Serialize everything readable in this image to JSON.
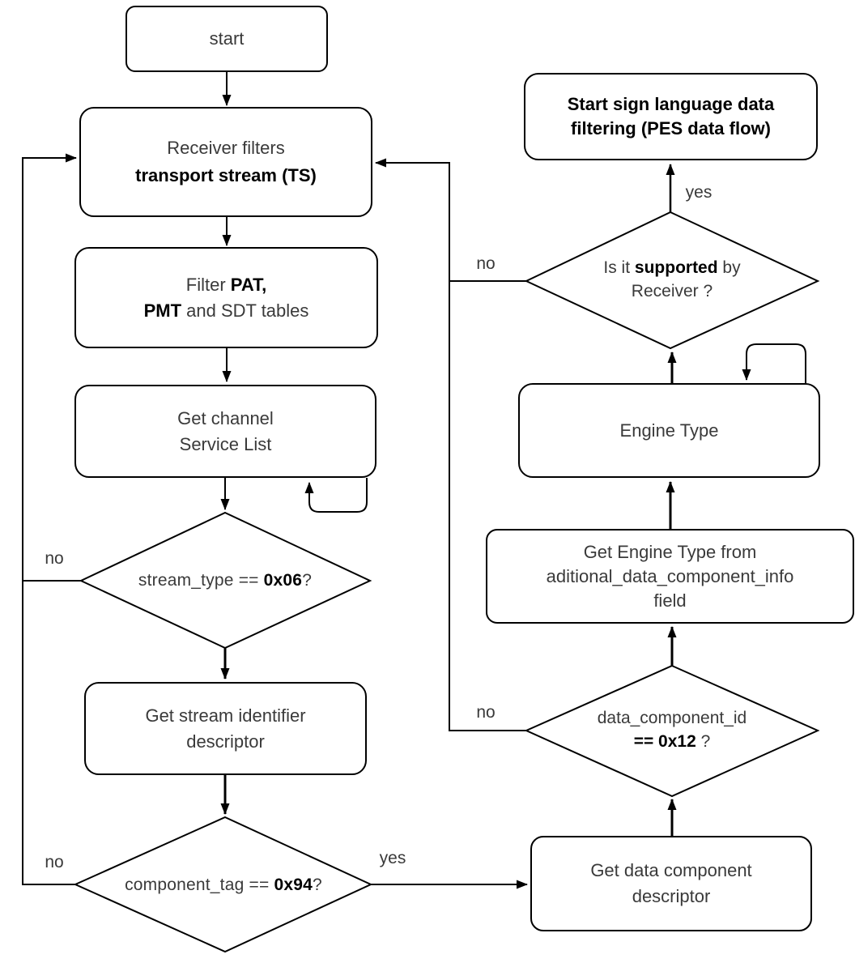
{
  "canvas": {
    "background": "#ffffff",
    "stroke_color": "#000000",
    "text_color": "#3a3a3a",
    "bold_text_color": "#000000"
  },
  "nodes": {
    "start": {
      "label": "start"
    },
    "receiver_filters": {
      "line1": "Receiver filters",
      "line2": "transport stream (TS)"
    },
    "filter_tables": {
      "l1s1": "Filter ",
      "l1s2": "PAT,",
      "l2s1": "PMT",
      "l2s2": " and SDT tables"
    },
    "get_channel": {
      "line1": "Get channel",
      "line2": "Service List"
    },
    "get_stream_identifier": {
      "line1": "Get stream identifier",
      "line2": "descriptor"
    },
    "start_sign_language": {
      "line1": "Start sign language data",
      "line2": "filtering (PES data flow)"
    },
    "engine_type": {
      "label": "Engine Type"
    },
    "get_engine_type": {
      "line1": "Get Engine Type from",
      "line2": "aditional_data_component_info",
      "line3": "field"
    },
    "get_data_component": {
      "line1": "Get data component",
      "line2": "descriptor"
    }
  },
  "decisions": {
    "stream_type": {
      "seg1": "stream_type == ",
      "seg_bold": "0x06",
      "seg2": "?"
    },
    "component_tag": {
      "seg1": "component_tag == ",
      "seg_bold": "0x94",
      "seg2": "?"
    },
    "supported": {
      "seg1": "Is it ",
      "seg_bold": "supported",
      "seg2": " by",
      "line2": "Receiver ?"
    },
    "data_component": {
      "line1": "data_component_id",
      "seg_bold": "== 0x12",
      "seg2": " ?"
    }
  },
  "edge_labels": {
    "stream_type_no": "no",
    "component_tag_no": "no",
    "component_tag_yes": "yes",
    "supported_no": "no",
    "supported_yes": "yes",
    "data_component_no": "no"
  }
}
